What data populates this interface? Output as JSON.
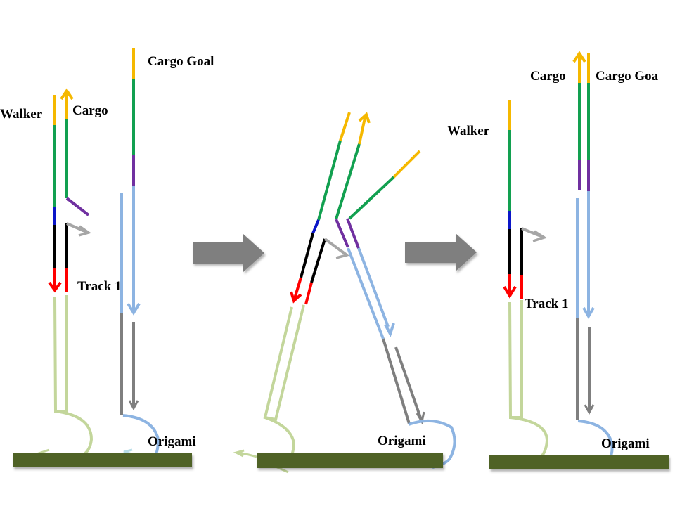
{
  "diagram": {
    "title": "DNA walker cargo transport steps",
    "colors": {
      "yellow": "#f5b800",
      "green": "#12a050",
      "purple": "#7030a0",
      "blue": "#0b16c8",
      "black": "#000000",
      "red": "#ff0000",
      "light_blue": "#8db4e2",
      "gray": "#7f7f7f",
      "light_gray": "#a6a6a6",
      "pale_green": "#c3d69b",
      "origami_bar": "#4f6228",
      "step_arrow": "#7f7f7f"
    },
    "panels": [
      {
        "name": "initial-state",
        "labels": {
          "walker": "Walker",
          "cargo": "Cargo",
          "cargo_goal": "Cargo Goal",
          "track": "Track 1",
          "origami": "Origami"
        }
      },
      {
        "name": "intermediate-state",
        "labels": {
          "origami": "Origami"
        }
      },
      {
        "name": "final-state",
        "labels": {
          "walker": "Walker",
          "cargo": "Cargo",
          "cargo_goal": "Cargo Goa",
          "track": "Track 1",
          "origami": "Origami"
        }
      }
    ],
    "step_arrows": [
      "step-1-to-2",
      "step-2-to-3"
    ]
  }
}
